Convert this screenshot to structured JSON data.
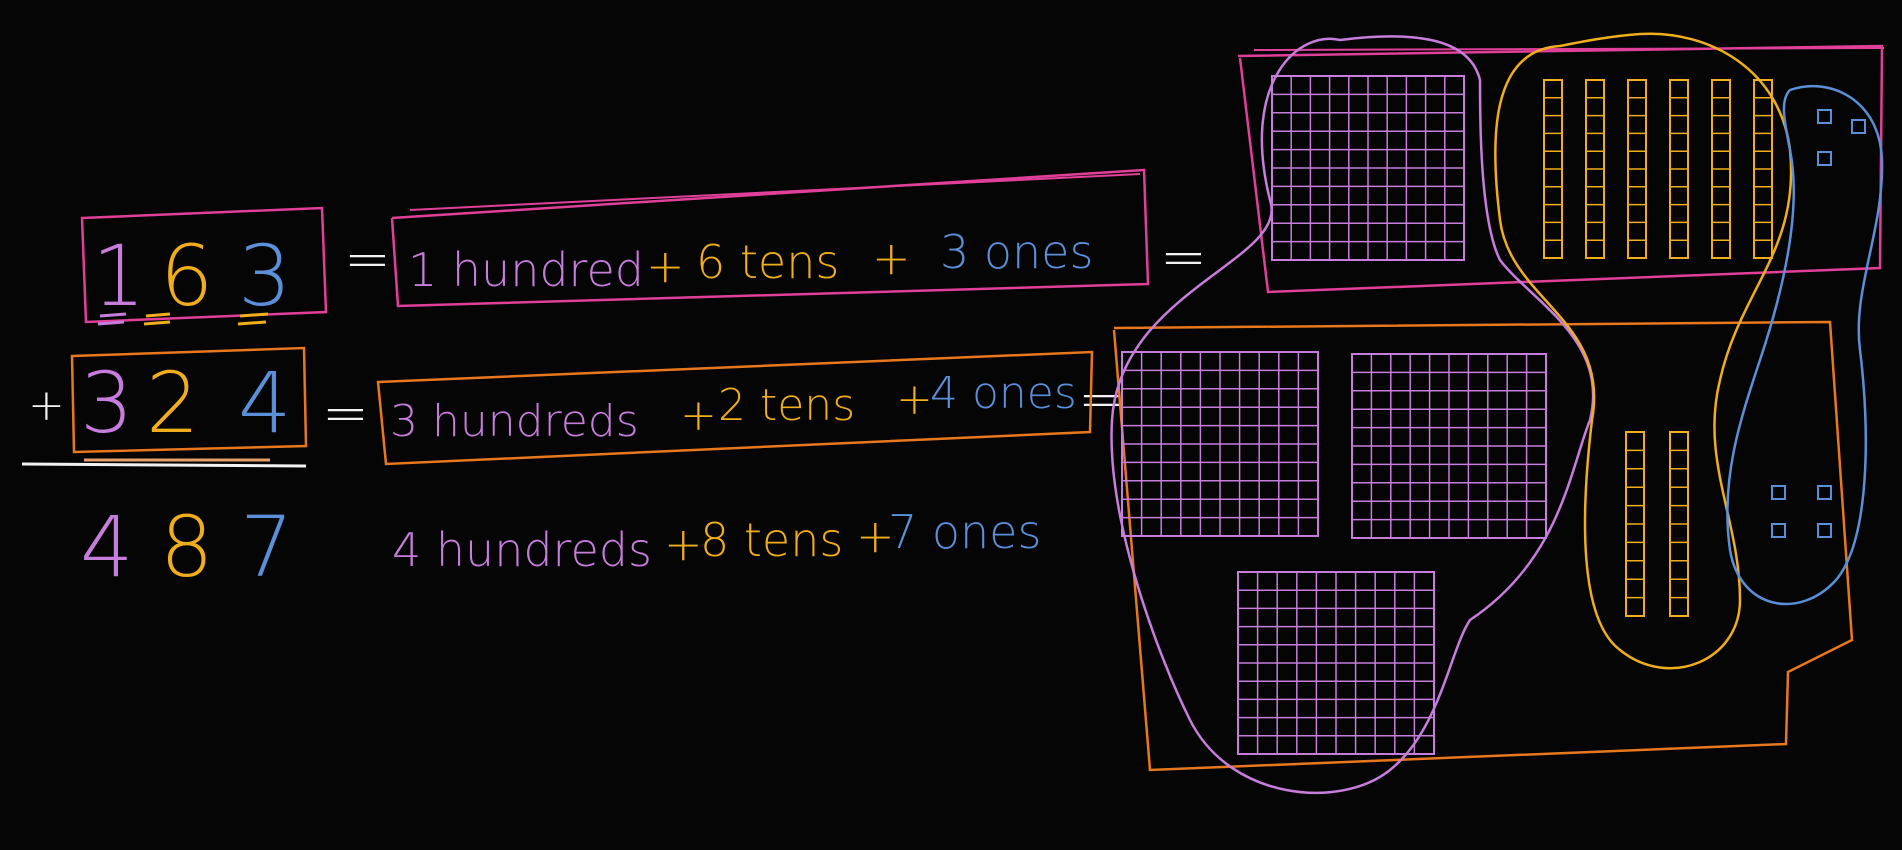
{
  "colors": {
    "background": "#050505",
    "hundreds": "#c77ddc",
    "tens": "#f0ad1c",
    "ones": "#5b8fd8",
    "magenta": "#e0409a",
    "orange": "#e8781e",
    "white": "#f2f2f2"
  },
  "addition": {
    "top": {
      "hundreds": "1",
      "tens": "6",
      "ones": "3"
    },
    "bottom": {
      "hundreds": "3",
      "tens": "2",
      "ones": "4"
    },
    "sum": {
      "hundreds": "4",
      "tens": "8",
      "ones": "7"
    },
    "plus": "+",
    "equals": "="
  },
  "expansions": {
    "row1": {
      "h": "1 hundred",
      "p1": "+",
      "t": "6 tens",
      "p2": "+",
      "o": "3 ones"
    },
    "row2": {
      "h": "3 hundreds",
      "p1": "+",
      "t": "2 tens",
      "p2": "+",
      "o": "4 ones"
    },
    "row3": {
      "h": "4 hundreds",
      "p1": "+",
      "t": "8 tens",
      "p2": "+",
      "o": "7 ones"
    }
  },
  "blocks": {
    "row1": {
      "hundred_squares": 1,
      "ten_rods": 6,
      "unit_cubes": 3
    },
    "row2": {
      "hundred_squares": 3,
      "ten_rods": 2,
      "unit_cubes": 4
    }
  }
}
